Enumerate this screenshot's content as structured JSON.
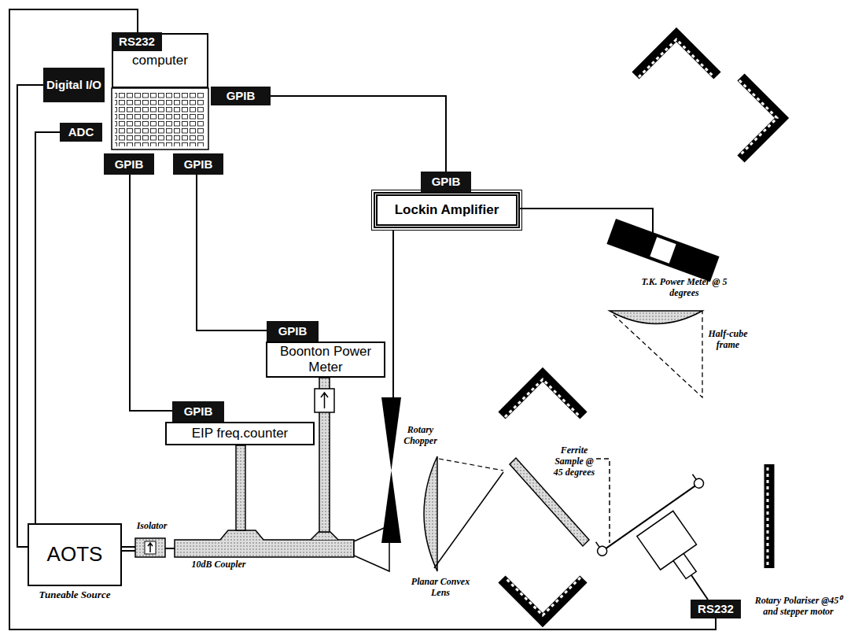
{
  "diagram": {
    "nodes": [
      {
        "text": [
          "RS232"
        ]
      },
      {
        "text": [
          "Digital I/O"
        ]
      },
      {
        "text": [
          "computer"
        ]
      },
      {
        "text": [
          "GPIB"
        ]
      },
      {
        "text": [
          "ADC"
        ]
      },
      {
        "text": [
          "GPIB"
        ]
      },
      {
        "text": [
          "GPIB"
        ]
      },
      {
        "text": [
          "GPIB"
        ]
      },
      {
        "text": [
          "Lockin Amplifier"
        ]
      },
      {
        "text": [
          "GPIB"
        ]
      },
      {
        "text": [
          "Boonton Power Meter"
        ]
      },
      {
        "text": [
          "GPIB"
        ]
      },
      {
        "text": [
          "EIP freq.counter"
        ]
      },
      {
        "text": [
          "AOTS",
          "Tuneable Source"
        ]
      },
      {
        "text": [
          "RS232"
        ]
      }
    ],
    "edges": [
      {
        "from": 0,
        "to": 14,
        "arrow": "none"
      },
      {
        "from": 1,
        "to": 13,
        "arrow": "none"
      },
      {
        "from": 4,
        "to": 13,
        "arrow": "none"
      },
      {
        "from": 3,
        "to": 7,
        "arrow": "none"
      },
      {
        "from": 5,
        "to": 11,
        "arrow": "none"
      },
      {
        "from": 6,
        "to": 9,
        "arrow": "none"
      }
    ],
    "labels": [
      "Isolator",
      "10dB Coupler",
      "T.K. Power Meter @ 5 degrees",
      "Half-cube frame",
      "Rotary Chopper",
      "Planar Convex Lens",
      "Ferrite Sample @ 45 degrees",
      "Rotary Polariser @45⁰ and stepper motor"
    ]
  }
}
